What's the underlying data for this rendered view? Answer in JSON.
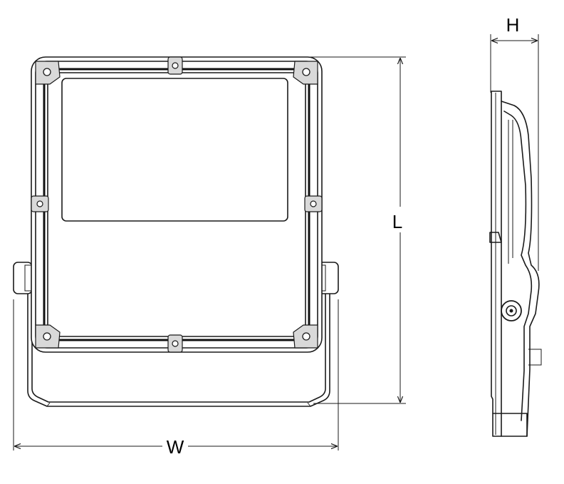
{
  "labels": {
    "width": "W",
    "length": "L",
    "height": "H"
  }
}
